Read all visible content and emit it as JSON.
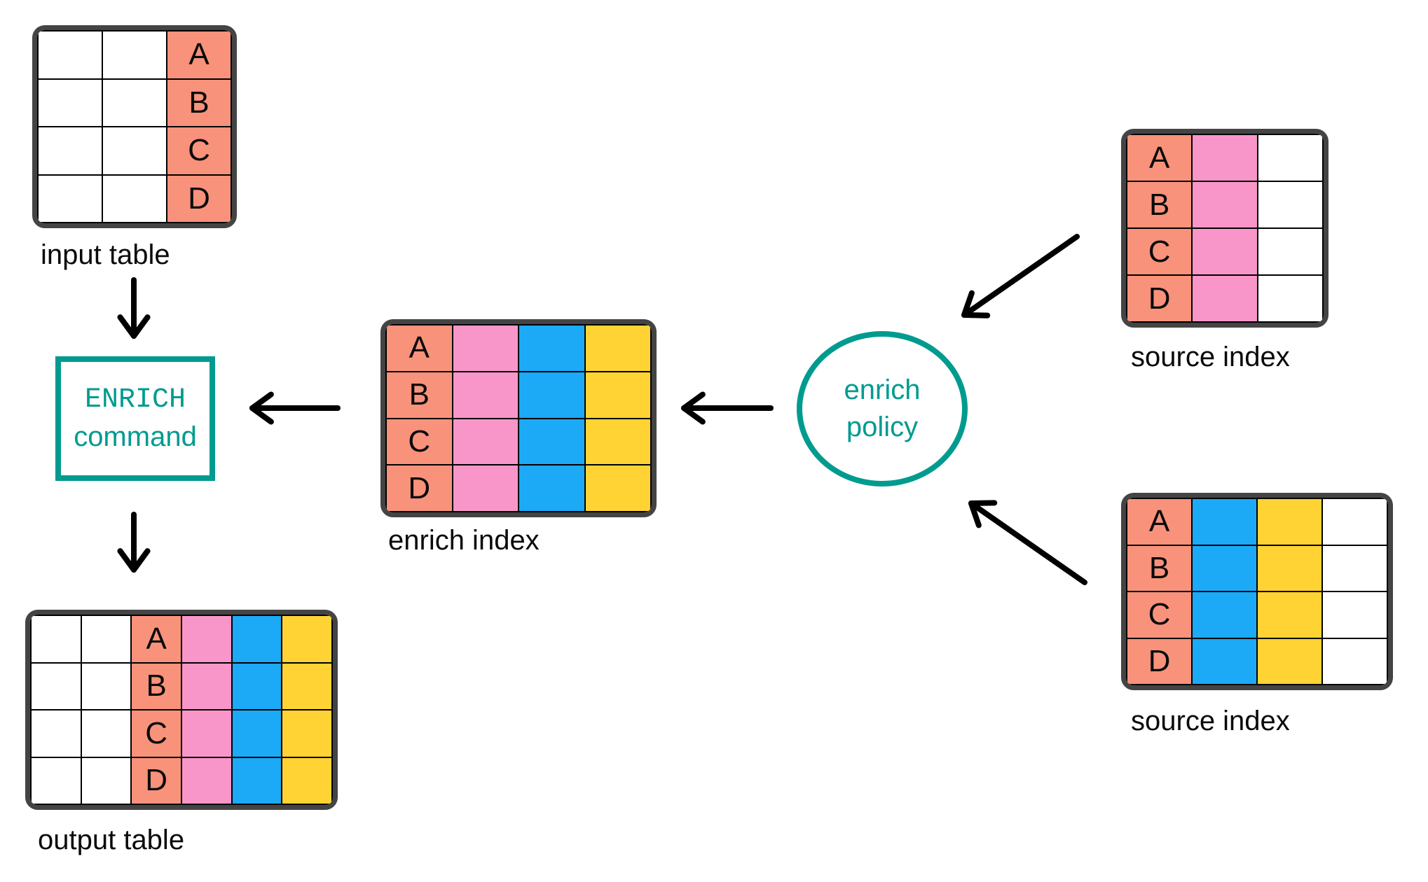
{
  "colors": {
    "salmon": "#F8927B",
    "pink": "#F996C9",
    "blue": "#1CA9F5",
    "yellow": "#FED333",
    "teal": "#009B8F",
    "white": "#FFFFFF",
    "tableBorder": "#444444",
    "arrow": "#000000"
  },
  "tables": {
    "input_table": {
      "label": "input table",
      "columns": [
        {
          "fill": "white",
          "cells": [
            "",
            "",
            "",
            ""
          ]
        },
        {
          "fill": "white",
          "cells": [
            "",
            "",
            "",
            ""
          ]
        },
        {
          "fill": "salmon",
          "cells": [
            "A",
            "B",
            "C",
            "D"
          ]
        }
      ]
    },
    "output_table": {
      "label": "output table",
      "columns": [
        {
          "fill": "white",
          "cells": [
            "",
            "",
            "",
            ""
          ]
        },
        {
          "fill": "white",
          "cells": [
            "",
            "",
            "",
            ""
          ]
        },
        {
          "fill": "salmon",
          "cells": [
            "A",
            "B",
            "C",
            "D"
          ]
        },
        {
          "fill": "pink",
          "cells": [
            "",
            "",
            "",
            ""
          ]
        },
        {
          "fill": "blue",
          "cells": [
            "",
            "",
            "",
            ""
          ]
        },
        {
          "fill": "yellow",
          "cells": [
            "",
            "",
            "",
            ""
          ]
        }
      ]
    },
    "enrich_index": {
      "label": "enrich index",
      "columns": [
        {
          "fill": "salmon",
          "cells": [
            "A",
            "B",
            "C",
            "D"
          ]
        },
        {
          "fill": "pink",
          "cells": [
            "",
            "",
            "",
            ""
          ]
        },
        {
          "fill": "blue",
          "cells": [
            "",
            "",
            "",
            ""
          ]
        },
        {
          "fill": "yellow",
          "cells": [
            "",
            "",
            "",
            ""
          ]
        }
      ]
    },
    "source_index_top": {
      "label": "source index",
      "columns": [
        {
          "fill": "salmon",
          "cells": [
            "A",
            "B",
            "C",
            "D"
          ]
        },
        {
          "fill": "pink",
          "cells": [
            "",
            "",
            "",
            ""
          ]
        },
        {
          "fill": "white",
          "cells": [
            "",
            "",
            "",
            ""
          ]
        }
      ]
    },
    "source_index_bottom": {
      "label": "source index",
      "columns": [
        {
          "fill": "salmon",
          "cells": [
            "A",
            "B",
            "C",
            "D"
          ]
        },
        {
          "fill": "blue",
          "cells": [
            "",
            "",
            "",
            ""
          ]
        },
        {
          "fill": "yellow",
          "cells": [
            "",
            "",
            "",
            ""
          ]
        },
        {
          "fill": "white",
          "cells": [
            "",
            "",
            "",
            ""
          ]
        }
      ]
    }
  },
  "nodes": {
    "enrich_command": {
      "line1": "ENRICH",
      "line2": "command"
    },
    "enrich_policy": {
      "line1": "enrich",
      "line2": "policy"
    }
  }
}
